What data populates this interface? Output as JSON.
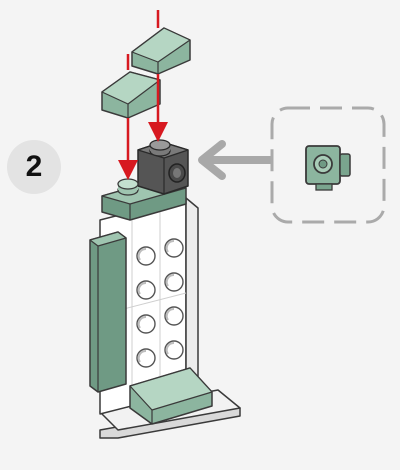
{
  "step": {
    "number": "2"
  },
  "colors": {
    "background": "#f4f4f4",
    "badge": "#e3e3e3",
    "sand_green": "#8cb59f",
    "sand_green_dark": "#6f9a84",
    "sand_green_light": "#b5d6c3",
    "white_brick": "#ffffff",
    "brick_outline": "#3a3a3a",
    "dark_stone": "#555555",
    "arrow_red": "#d71920",
    "callout_arrow": "#a8a8a8",
    "callout_border": "#aaaaaa"
  },
  "icons": {
    "step_badge": "step-number-badge",
    "placement_arrows": "red-placement-arrow",
    "callout_arrow": "gray-pointer-arrow",
    "callout_part": "bracket-1x1-side-stud-icon"
  }
}
